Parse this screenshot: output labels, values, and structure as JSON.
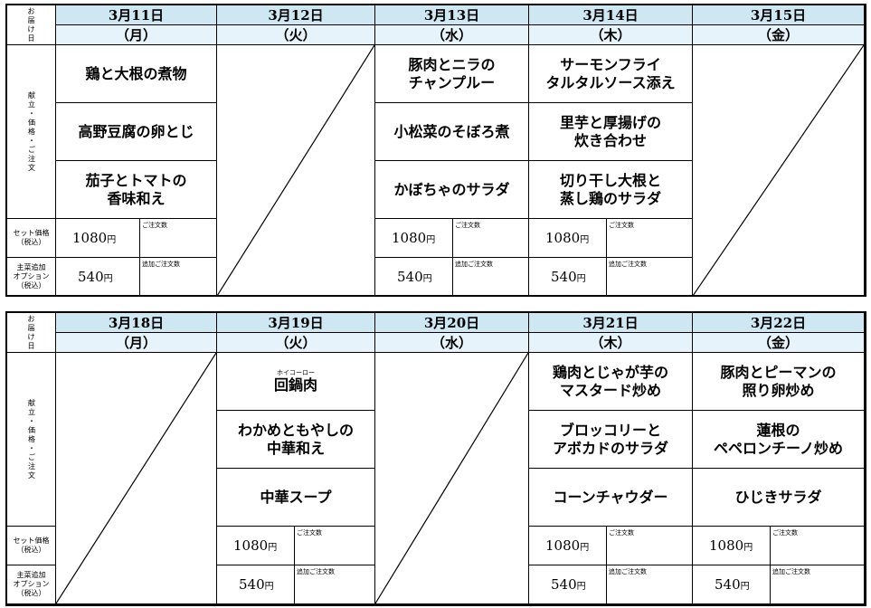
{
  "labels": {
    "header": "お\n届\nけ\n日",
    "menu": "献立・価格・ご注文",
    "set_price": "セット価格\n（税込）",
    "option": "主菜追加\nオプション\n（税込）",
    "qty": "ご注文数",
    "add_qty": "追加ご注文数"
  },
  "weeks": [
    {
      "days": [
        {
          "date": "3月11日",
          "dow": "（月）",
          "closed": false,
          "menu": [
            "鶏と大根の煮物",
            "高野豆腐の卵とじ",
            "茄子とトマトの\n香味和え"
          ],
          "set_price": "1080",
          "option_price": "540"
        },
        {
          "date": "3月12日",
          "dow": "（火）",
          "closed": true
        },
        {
          "date": "3月13日",
          "dow": "（水）",
          "closed": false,
          "menu": [
            "豚肉とニラの\nチャンプルー",
            "小松菜のそぼろ煮",
            "かぼちゃのサラダ"
          ],
          "set_price": "1080",
          "option_price": "540"
        },
        {
          "date": "3月14日",
          "dow": "（木）",
          "closed": false,
          "menu": [
            "サーモンフライ\nタルタルソース添え",
            "里芋と厚揚げの\n炊き合わせ",
            "切り干し大根と\n蒸し鶏のサラダ"
          ],
          "set_price": "1080",
          "option_price": "540"
        },
        {
          "date": "3月15日",
          "dow": "（金）",
          "closed": true
        }
      ]
    },
    {
      "days": [
        {
          "date": "3月18日",
          "dow": "（月）",
          "closed": true
        },
        {
          "date": "3月19日",
          "dow": "（火）",
          "closed": false,
          "menu": [
            "回鍋肉",
            "わかめともやしの\n中華和え",
            "中華スープ"
          ],
          "ruby": "ホイコーロー",
          "set_price": "1080",
          "option_price": "540"
        },
        {
          "date": "3月20日",
          "dow": "（水）",
          "closed": true
        },
        {
          "date": "3月21日",
          "dow": "（木）",
          "closed": false,
          "menu": [
            "鶏肉とじゃが芋の\nマスタード炒め",
            "ブロッコリーと\nアボカドのサラダ",
            "コーンチャウダー"
          ],
          "set_price": "1080",
          "option_price": "540"
        },
        {
          "date": "3月22日",
          "dow": "（金）",
          "closed": false,
          "menu": [
            "豚肉とピーマンの\n照り卵炒め",
            "蓮根の\nペペロンチーノ炒め",
            "ひじきサラダ"
          ],
          "set_price": "1080",
          "option_price": "540"
        }
      ]
    }
  ],
  "currency": "円",
  "colors": {
    "date_bg": "#cfe7f3",
    "dow_bg": "#e6f3fa"
  }
}
